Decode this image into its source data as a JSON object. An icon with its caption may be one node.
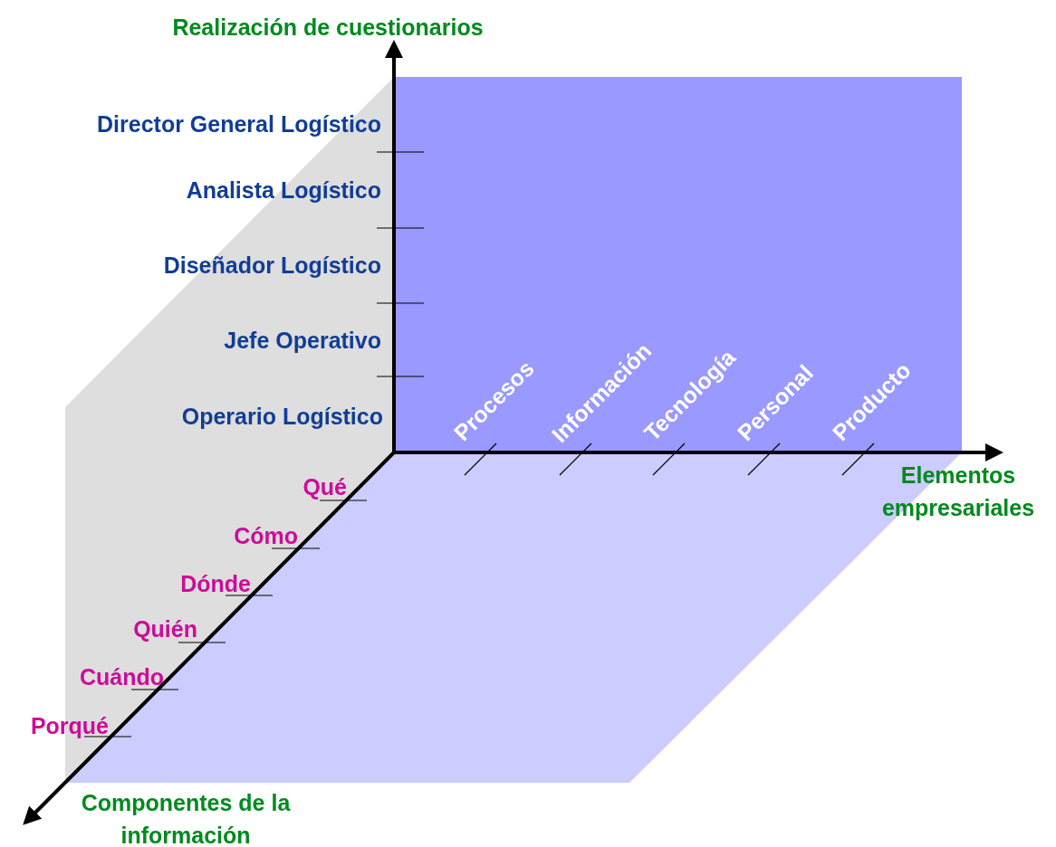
{
  "diagram": {
    "labels": [
      "Realización de cuestionarios",
      "Director General Logístico",
      "Analista Logístico",
      "Diseñador Logístico",
      "Jefe Operativo",
      "Operario Logístico",
      "Procesos",
      "Información",
      "Tecnología",
      "Personal",
      "Producto",
      "Elementos empresariales",
      "Qué",
      "Cómo",
      "Dónde",
      "Quién",
      "Cuándo",
      "Porqué",
      "Componentes de la información"
    ]
  }
}
